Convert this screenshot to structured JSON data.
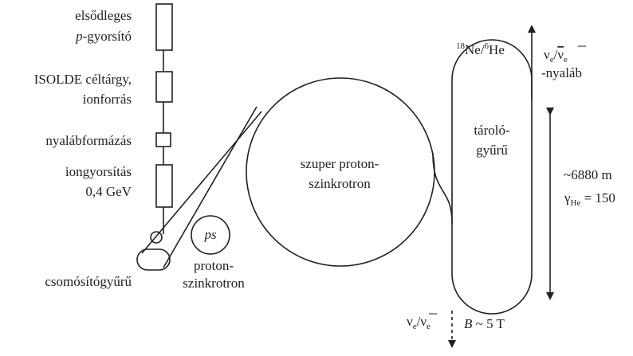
{
  "labels": {
    "primary_line1": "elsődleges",
    "primary_line2_italic": "p",
    "primary_line2_rest": "-gyorsító",
    "isolde_line1": "ISOLDE céltárgy,",
    "isolde_line2": "ionforrás",
    "beamforming": "nyalábformázás",
    "iongyorsitas_line1": "iongyorsítás",
    "iongyorsitas_line2": "0,4 GeV",
    "bunching_ring": "csomósítógyűrű",
    "ps_symbol": "ps",
    "proton_sync_line1": "proton-",
    "proton_sync_line2": "szinkrotron",
    "sps_line1": "szuper proton-",
    "sps_line2": "szinkrotron",
    "storage_line1": "tároló-",
    "storage_line2": "gyűrű",
    "ion_ne_mass": "18",
    "ion_ne": "Ne/",
    "ion_he_mass": "6",
    "ion_he": "He",
    "beam_top_nu": "ν",
    "beam_top_sub1": "e",
    "beam_top_slash": "/",
    "beam_top_nubar": "ν",
    "beam_top_sub2": "e",
    "beam_top_line2": "-nyaláb",
    "length": "~6880 m",
    "gamma": "γ",
    "gamma_sub": "He",
    "gamma_value": " = 150",
    "beam_bottom_nu": "ν",
    "beam_bottom_sub1": "e",
    "beam_bottom_slash": "/",
    "beam_bottom_nubar": "ν",
    "beam_bottom_sub2": "e",
    "field_B": "B",
    "field_value": " ~ 5 T"
  }
}
